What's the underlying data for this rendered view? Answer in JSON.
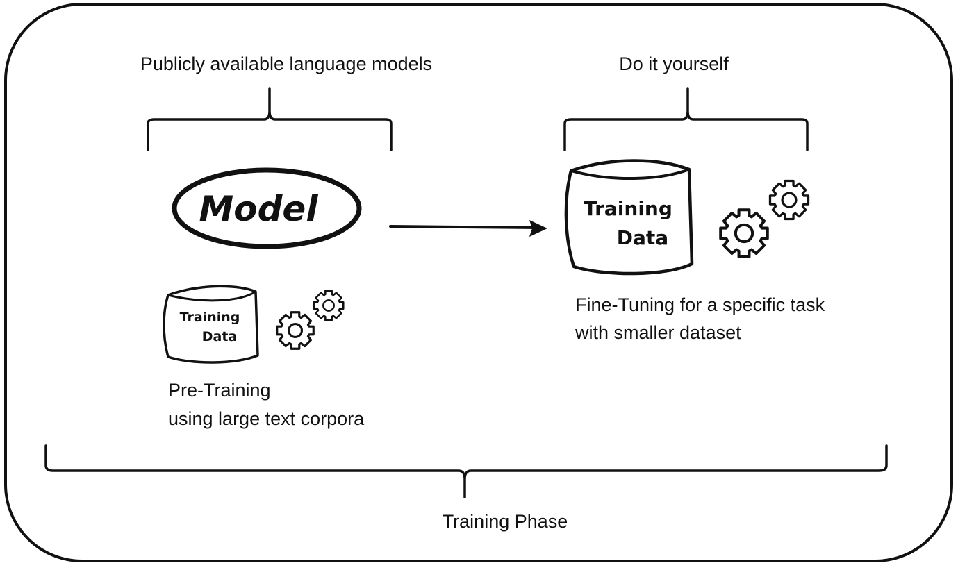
{
  "labels": {
    "public_models": "Publicly available language models",
    "diy": "Do it yourself",
    "model": "Model",
    "training_data_word1": "Training",
    "training_data_word2": "Data",
    "pretraining_line1": "Pre-Training",
    "pretraining_line2": "using large text corpora",
    "finetuning_line1": "Fine-Tuning for a specific task",
    "finetuning_line2": "with smaller dataset",
    "training_phase": "Training Phase"
  },
  "icons": {
    "model": "oval-icon",
    "data": "database-cylinder-icon",
    "gears": "gears-icon",
    "arrow": "right-arrow-icon",
    "brace": "curly-brace-icon"
  },
  "colors": {
    "ink": "#111111",
    "background": "#ffffff"
  }
}
